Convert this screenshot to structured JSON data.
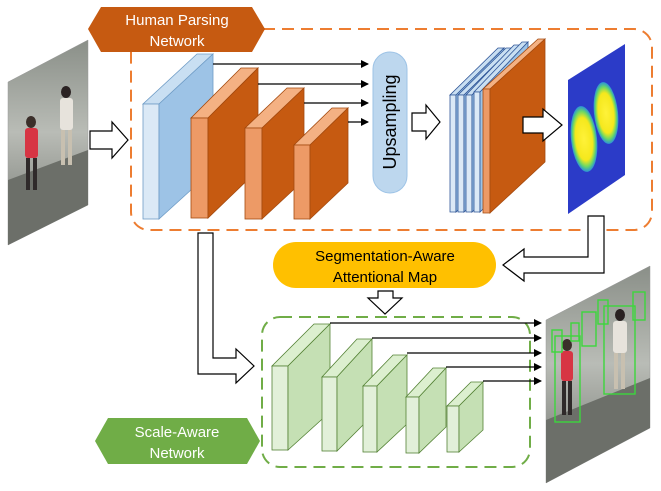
{
  "labels": {
    "human_parsing_line1": "Human Parsing",
    "human_parsing_line2": "Network",
    "upsampling": "Upsampling",
    "seg_line1": "Segmentation-Aware",
    "seg_line2": "Attentional Map",
    "scale_line1": "Scale-Aware",
    "scale_line2": "Network"
  },
  "colors": {
    "human_parsing_badge": "#c65a11",
    "scale_aware_badge": "#70ad47",
    "seg_badge": "#ffc000",
    "upsampling_pill": "#bdd7ee",
    "orange_dashed_border": "#ed7d31",
    "green_dashed_border": "#70ad47",
    "blue_block": "#9dc3e6",
    "orange_block": "#c65a11",
    "green_block": "#c5e0b4",
    "heatmap_bg": "#2b3bc8",
    "heatmap_blob": "#f5f51a"
  },
  "icons": {
    "input_photo": "street-photo",
    "output_photo": "detected-street-photo",
    "heatmap": "heatmap-image"
  }
}
